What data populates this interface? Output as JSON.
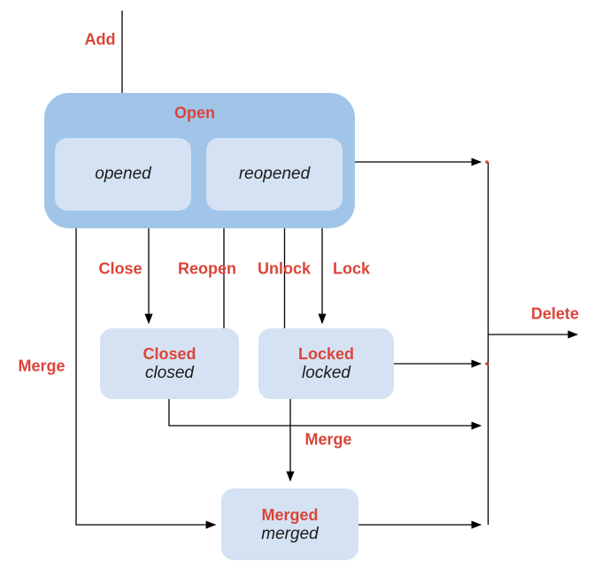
{
  "diagram": {
    "type": "state-diagram",
    "colors": {
      "accent_red": "#db4437",
      "group_fill": "#a0c5e8",
      "state_fill": "#d5e2f3",
      "line": "#000000",
      "text_dark": "#1b1b1b",
      "background": "#ffffff"
    },
    "groups": {
      "open": {
        "label": "Open"
      }
    },
    "states": {
      "opened": {
        "name": "opened"
      },
      "reopened": {
        "name": "reopened"
      },
      "closed": {
        "title": "Closed",
        "name": "closed"
      },
      "locked": {
        "title": "Locked",
        "name": "locked"
      },
      "merged": {
        "title": "Merged",
        "name": "merged"
      }
    },
    "transitions": {
      "add": {
        "label": "Add",
        "from": "start",
        "to": "opened"
      },
      "close": {
        "label": "Close",
        "from": "Open",
        "to": "Closed"
      },
      "reopen": {
        "label": "Reopen",
        "from": "Closed",
        "to": "reopened"
      },
      "unlock": {
        "label": "Unlock",
        "from": "Locked",
        "to": "reopened"
      },
      "lock": {
        "label": "Lock",
        "from": "Open",
        "to": "Locked"
      },
      "merge_from_open": {
        "label": "Merge",
        "from": "Open",
        "to": "Merged"
      },
      "merge_from_locked": {
        "label": "Merge",
        "from": "Locked",
        "to": "Merged"
      },
      "delete": {
        "label": "Delete",
        "from": "Open, Closed, Locked, Merged",
        "to": "end"
      }
    }
  }
}
